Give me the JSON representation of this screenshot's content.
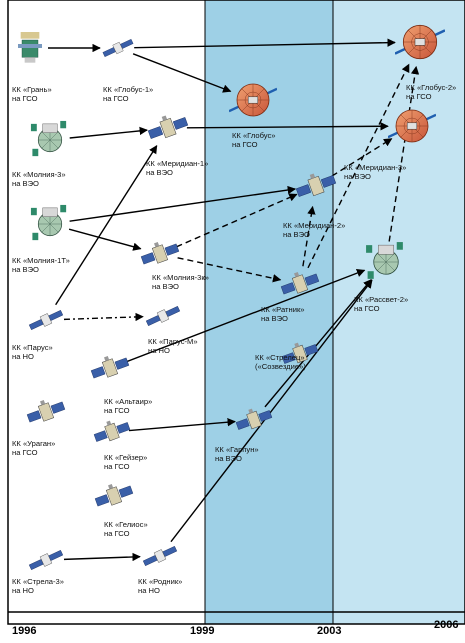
{
  "timeline": {
    "years": [
      "1996",
      "1999",
      "2003",
      "2006"
    ]
  },
  "satellites": [
    {
      "id": "gran",
      "line1": "КК «Грань»",
      "line2": "на ГСО"
    },
    {
      "id": "globus1",
      "line1": "КК «Глобус-1»",
      "line2": "на ГСО"
    },
    {
      "id": "globus",
      "line1": "КК «Глобус»",
      "line2": "на ГСО"
    },
    {
      "id": "globus2",
      "line1": "КК «Глобус-2»",
      "line2": "на ГСО"
    },
    {
      "id": "molniya3",
      "line1": "КК «Молния-3»",
      "line2": "на ВЭО"
    },
    {
      "id": "meridian1",
      "line1": "КК «Меридиан-1»",
      "line2": "на ВЭО"
    },
    {
      "id": "meridian3",
      "line1": "КК «Меридиан-3»",
      "line2": "на ВЭО"
    },
    {
      "id": "meridian2",
      "line1": "КК «Меридиан-2»",
      "line2": "на ВЭО"
    },
    {
      "id": "molniya1t",
      "line1": "КК «Молния-1Т»",
      "line2": "на ВЭО"
    },
    {
      "id": "molniya3k",
      "line1": "КК «Молния-3к»",
      "line2": "на ВЭО"
    },
    {
      "id": "ratnik",
      "line1": "КК «Ратник»",
      "line2": "на ВЭО"
    },
    {
      "id": "rassvet2",
      "line1": "КК «Рассвет-2»",
      "line2": "на ГСО"
    },
    {
      "id": "parus",
      "line1": "КК «Парус»",
      "line2": "на НО"
    },
    {
      "id": "parusm",
      "line1": "КК «Парус-М»",
      "line2": "на НО"
    },
    {
      "id": "strelets",
      "line1": "КК «Стрелец»",
      "line2": "(«Созвездие»)"
    },
    {
      "id": "altair",
      "line1": "КК «Альтаир»",
      "line2": "на ГСО"
    },
    {
      "id": "uragan",
      "line1": "КК «Ураган»",
      "line2": "на ГСО"
    },
    {
      "id": "geyzer",
      "line1": "КК «Гейзер»",
      "line2": "на ГСО"
    },
    {
      "id": "garpun",
      "line1": "КК «Гарпун»",
      "line2": "на ВЭО"
    },
    {
      "id": "gelios",
      "line1": "КК «Гелиос»",
      "line2": "на ГСО"
    },
    {
      "id": "strela3",
      "line1": "КК «Стрела-3»",
      "line2": "на НО"
    },
    {
      "id": "rodnik",
      "line1": "КК «Родник»",
      "line2": "на НО"
    }
  ],
  "links": [
    {
      "from": "gran",
      "to": "globus1",
      "style": "solid"
    },
    {
      "from": "globus1",
      "to": "globus2",
      "style": "solid"
    },
    {
      "from": "globus1",
      "to": "globus",
      "style": "solid"
    },
    {
      "from": "molniya3",
      "to": "meridian1",
      "style": "solid"
    },
    {
      "from": "meridian1",
      "to": "meridian3",
      "style": "solid"
    },
    {
      "from": "molniya1t",
      "to": "meridian2",
      "style": "solid"
    },
    {
      "from": "molniya1t",
      "to": "molniya3k",
      "style": "solid"
    },
    {
      "from": "molniya3k",
      "to": "meridian2",
      "style": "dashed"
    },
    {
      "from": "molniya3k",
      "to": "ratnik",
      "style": "dashed"
    },
    {
      "from": "ratnik",
      "to": "meridian2",
      "style": "dashed"
    },
    {
      "from": "parus",
      "to": "parusm",
      "style": "dashdot"
    },
    {
      "from": "parus",
      "to": "meridian1",
      "style": "solid"
    },
    {
      "from": "altair",
      "to": "rassvet2",
      "style": "solid"
    },
    {
      "from": "garpun",
      "to": "rassvet2",
      "style": "solid"
    },
    {
      "from": "geyzer",
      "to": "garpun",
      "style": "solid"
    },
    {
      "from": "strela3",
      "to": "rodnik",
      "style": "solid"
    },
    {
      "from": "rodnik",
      "to": "rassvet2",
      "style": "solid"
    },
    {
      "from": "ratnik",
      "to": "globus2",
      "style": "dashed"
    },
    {
      "from": "rassvet2",
      "to": "globus2",
      "style": "dashed"
    },
    {
      "from": "meridian2",
      "to": "meridian3",
      "style": "dashed"
    }
  ]
}
